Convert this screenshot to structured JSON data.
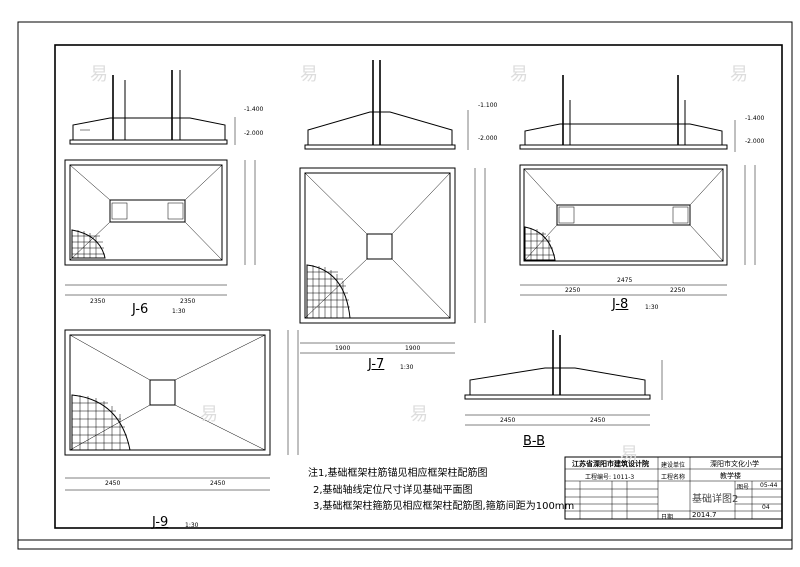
{
  "details": {
    "j6": {
      "title": "J-6",
      "scale": "1:30",
      "elev_top": "-1.400",
      "elev_bottom": "-2.000",
      "dims_bottom": [
        "2350",
        "2350"
      ]
    },
    "j7": {
      "title": "J-7",
      "scale": "1:30",
      "elev_top": "-1.100",
      "elev_bottom": "-2.000",
      "dims_bottom": [
        "1900",
        "1900"
      ]
    },
    "j8": {
      "title": "J-8",
      "scale": "1:30",
      "elev_top": "-1.400",
      "elev_bottom": "-2.000",
      "dims_bottom": [
        "2250",
        "2250"
      ],
      "dim_mid": "2475"
    },
    "j9": {
      "title": "J-9",
      "scale": "1:30",
      "dims_bottom": [
        "2450",
        "2450"
      ]
    },
    "bb": {
      "title": "B-B",
      "dims_bottom": [
        "2450",
        "2450"
      ]
    }
  },
  "notes": {
    "line1": "注1,基础框架柱筋锚见相应框架柱配筋图",
    "line2": "2,基础轴线定位尺寸详见基础平面图",
    "line3": "3,基础框架柱箍筋见相应框架柱配筋图,箍筋间距为100mm"
  },
  "title_block": {
    "institute": "江苏省溧阳市建筑设计院",
    "project_no": "工程编号: 1011-3",
    "client_label": "建设单位",
    "client": "溧阳市文化小学",
    "project_label": "工程名称",
    "project": "教学楼",
    "drawing_title": "基础详图2",
    "drawing_no_label": "图号",
    "drawing_no": "05-44",
    "sheet": "04",
    "date_label": "日期",
    "date": "2014.7"
  },
  "watermark": "易"
}
